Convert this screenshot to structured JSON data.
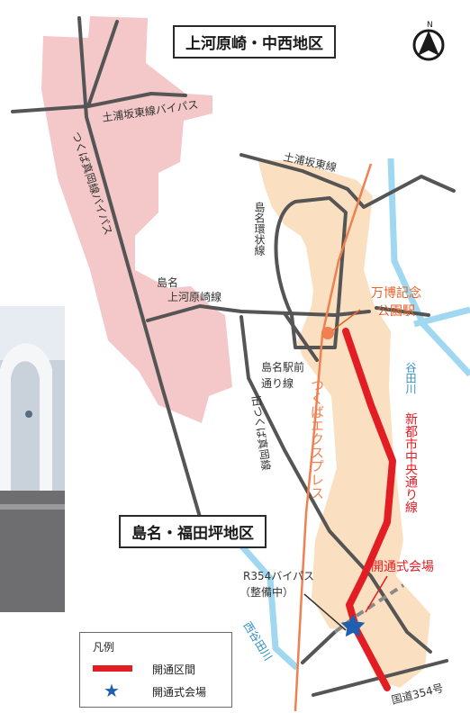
{
  "map": {
    "districts": {
      "north": "上河原崎・中西地区",
      "south": "島名・福田坪地区"
    },
    "roads": {
      "tsuchiura_bypass": "土浦坂東線バイパス",
      "tsuchiura": "土浦坂東線",
      "tsukuba_bypass": "つくば真岡線バイパス",
      "shimana_ring": "島名環状線",
      "shimana_kamikawara": "島名上河原崎線",
      "shimana_station": "島名駅前通り線",
      "old_tsukuba": "旧つくば真岡線",
      "tsukuba_express": "つくばエクスプレス",
      "shintoshi": "新都市中央通り線",
      "r354_bypass": "R354バイパス",
      "r354_status": "（整備中）",
      "national_354": "国道354号"
    },
    "rivers": {
      "east": "谷田川",
      "west": "西谷田川"
    },
    "station": {
      "name_line1": "万博記念",
      "name_line2": "公園駅"
    },
    "venue": "開通式会場",
    "compass_letter": "N",
    "colors": {
      "new_road": "#e31d24",
      "venue_star": "#1f5fb0",
      "tx_line": "#f08050",
      "station_text": "#e8632a",
      "river": "#9fd8f0",
      "north_area": "#f4c8c8",
      "south_area": "#fae0c0",
      "road": "#555555"
    }
  },
  "legend": {
    "title": "凡例",
    "open_section": "開通区間",
    "ceremony_venue": "開通式会場"
  }
}
